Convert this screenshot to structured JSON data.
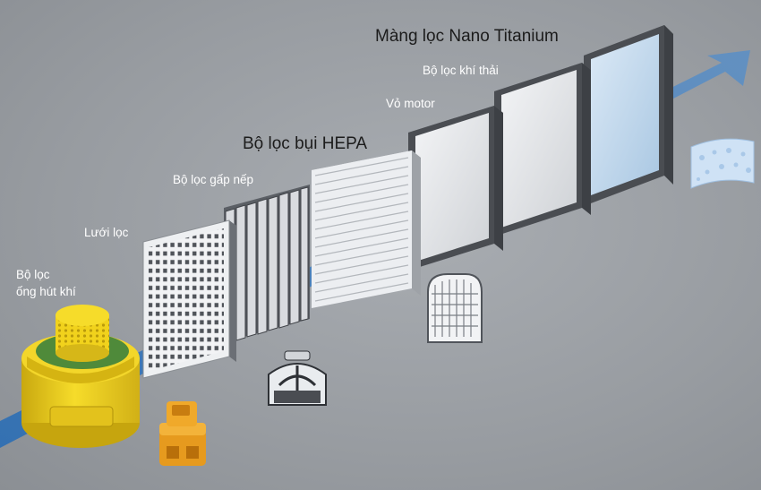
{
  "labels": {
    "nano_titanium": "Màng lọc Nano Titanium",
    "exhaust_filter": "Bộ lọc khí thải",
    "motor_casing": "Vỏ motor",
    "hepa_filter": "Bộ lọc bụi HEPA",
    "pleated_filter": "Bộ lọc gấp nếp",
    "mesh_filter": "Lưới lọc",
    "intake_filter_line1": "Bộ lọc",
    "intake_filter_line2": "ống hút khí"
  },
  "colors": {
    "background": "#9a9ea3",
    "airflow": "#3f7fc0",
    "panel_frame": "#4a4d52",
    "panel_face": "#e9ebee",
    "nano_face": "#cfe2f2",
    "intake_yellow": "#f2d21b",
    "intake_green": "#4f8a3a",
    "part_orange": "#f0a92a"
  }
}
